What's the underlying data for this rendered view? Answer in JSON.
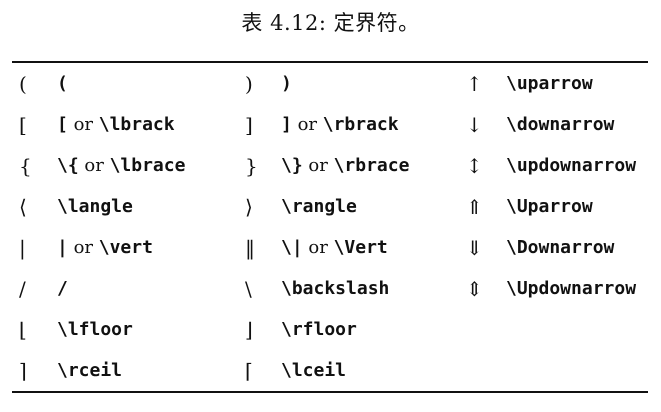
{
  "caption": "表 4.12: 定界符。",
  "colors": {
    "background": "#ffffff",
    "text": "#111111",
    "rule": "#111111"
  },
  "table": {
    "rows": [
      {
        "cells": [
          {
            "sym": "(",
            "parts": [
              {
                "text": "(",
                "mono": true
              }
            ]
          },
          {
            "sym": ")",
            "parts": [
              {
                "text": ")",
                "mono": true
              }
            ]
          },
          {
            "sym": "↑",
            "parts": [
              {
                "text": "\\uparrow",
                "mono": true
              }
            ]
          }
        ]
      },
      {
        "cells": [
          {
            "sym": "[",
            "parts": [
              {
                "text": "[",
                "mono": true
              },
              {
                "text": " or ",
                "mono": false
              },
              {
                "text": "\\lbrack",
                "mono": true
              }
            ]
          },
          {
            "sym": "]",
            "parts": [
              {
                "text": "]",
                "mono": true
              },
              {
                "text": " or ",
                "mono": false
              },
              {
                "text": "\\rbrack",
                "mono": true
              }
            ]
          },
          {
            "sym": "↓",
            "parts": [
              {
                "text": "\\downarrow",
                "mono": true
              }
            ]
          }
        ]
      },
      {
        "cells": [
          {
            "sym": "{",
            "parts": [
              {
                "text": "\\{",
                "mono": true
              },
              {
                "text": " or ",
                "mono": false
              },
              {
                "text": "\\lbrace",
                "mono": true
              }
            ]
          },
          {
            "sym": "}",
            "parts": [
              {
                "text": "\\}",
                "mono": true
              },
              {
                "text": " or ",
                "mono": false
              },
              {
                "text": "\\rbrace",
                "mono": true
              }
            ]
          },
          {
            "sym": "↕",
            "parts": [
              {
                "text": "\\updownarrow",
                "mono": true
              }
            ]
          }
        ]
      },
      {
        "cells": [
          {
            "sym": "⟨",
            "parts": [
              {
                "text": "\\langle",
                "mono": true
              }
            ]
          },
          {
            "sym": "⟩",
            "parts": [
              {
                "text": "\\rangle",
                "mono": true
              }
            ]
          },
          {
            "sym": "⇑",
            "parts": [
              {
                "text": "\\Uparrow",
                "mono": true
              }
            ]
          }
        ]
      },
      {
        "cells": [
          {
            "sym": "|",
            "parts": [
              {
                "text": "|",
                "mono": true
              },
              {
                "text": " or ",
                "mono": false
              },
              {
                "text": "\\vert",
                "mono": true
              }
            ]
          },
          {
            "sym": "‖",
            "parts": [
              {
                "text": "\\|",
                "mono": true
              },
              {
                "text": " or ",
                "mono": false
              },
              {
                "text": "\\Vert",
                "mono": true
              }
            ]
          },
          {
            "sym": "⇓",
            "parts": [
              {
                "text": "\\Downarrow",
                "mono": true
              }
            ]
          }
        ]
      },
      {
        "cells": [
          {
            "sym": "/",
            "parts": [
              {
                "text": "/",
                "mono": true
              }
            ]
          },
          {
            "sym": "\\",
            "parts": [
              {
                "text": "\\backslash",
                "mono": true
              }
            ]
          },
          {
            "sym": "⇕",
            "parts": [
              {
                "text": "\\Updownarrow",
                "mono": true
              }
            ]
          }
        ]
      },
      {
        "cells": [
          {
            "sym": "⌊",
            "parts": [
              {
                "text": "\\lfloor",
                "mono": true
              }
            ]
          },
          {
            "sym": "⌋",
            "parts": [
              {
                "text": "\\rfloor",
                "mono": true
              }
            ]
          },
          {
            "sym": "",
            "parts": []
          }
        ]
      },
      {
        "cells": [
          {
            "sym": "⌉",
            "parts": [
              {
                "text": "\\rceil",
                "mono": true
              }
            ]
          },
          {
            "sym": "⌈",
            "parts": [
              {
                "text": "\\lceil",
                "mono": true
              }
            ]
          },
          {
            "sym": "",
            "parts": []
          }
        ]
      }
    ]
  }
}
